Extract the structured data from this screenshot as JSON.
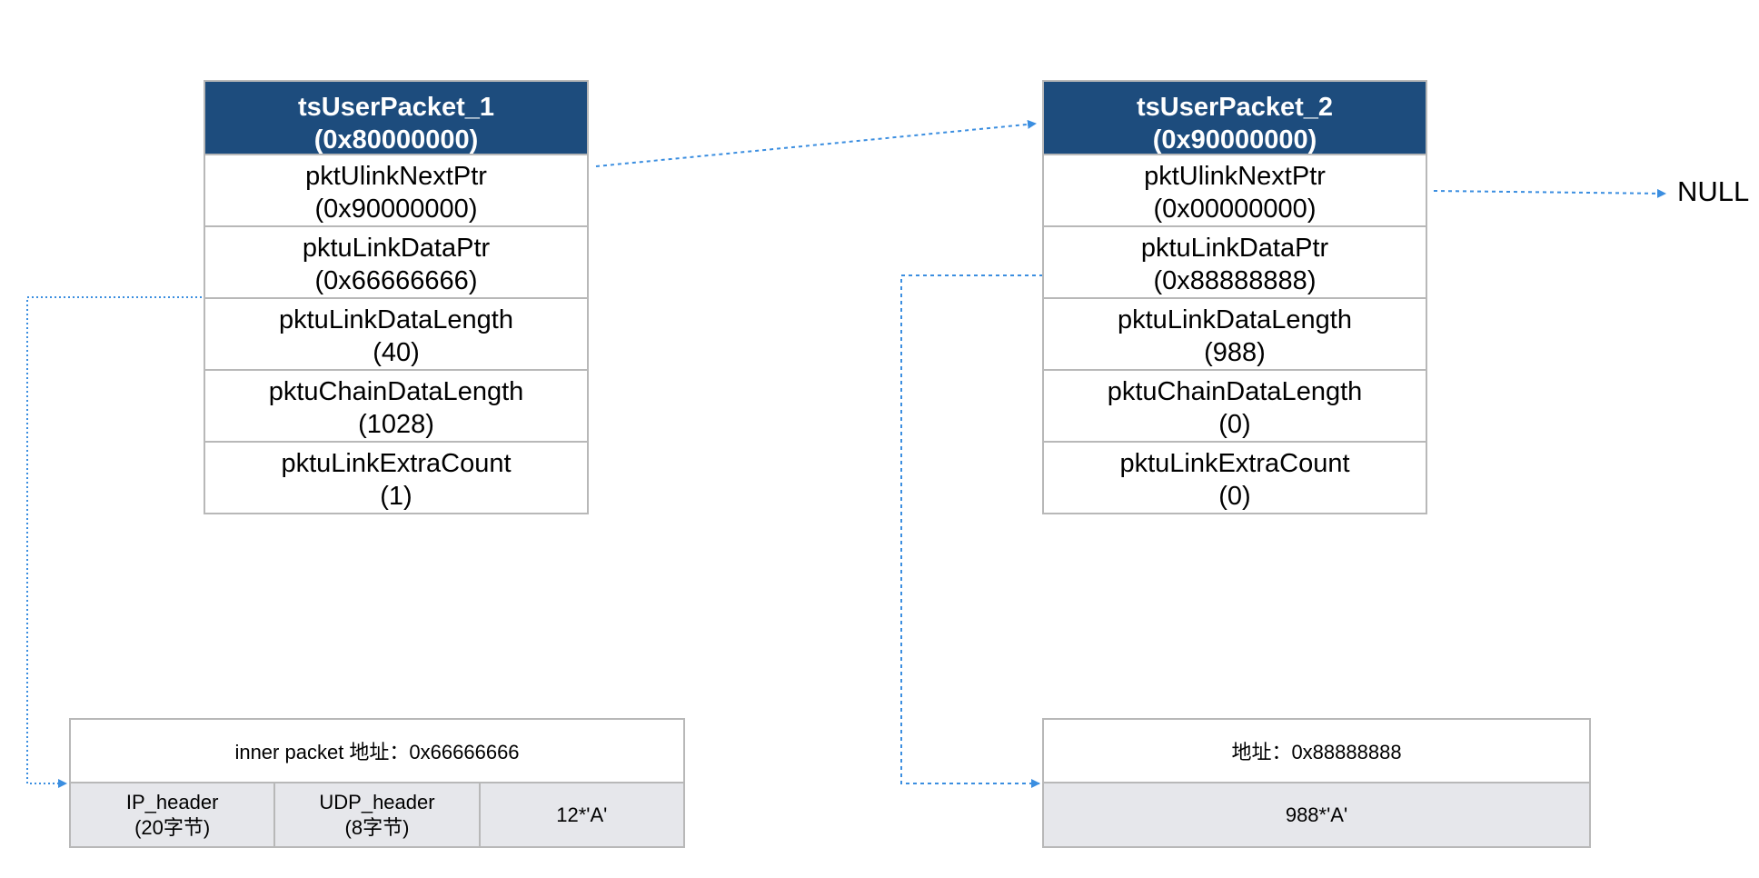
{
  "packets": [
    {
      "name": "tsUserPacket_1",
      "address": "(0x80000000)",
      "fields": [
        {
          "name": "pktUlinkNextPtr",
          "value": "(0x90000000)"
        },
        {
          "name": "pktuLinkDataPtr",
          "value": "(0x66666666)"
        },
        {
          "name": "pktuLinkDataLength",
          "value": "(40)"
        },
        {
          "name": "pktuChainDataLength",
          "value": "(1028)"
        },
        {
          "name": "pktuLinkExtraCount",
          "value": "(1)"
        }
      ]
    },
    {
      "name": "tsUserPacket_2",
      "address": "(0x90000000)",
      "fields": [
        {
          "name": "pktUlinkNextPtr",
          "value": "(0x00000000)"
        },
        {
          "name": "pktuLinkDataPtr",
          "value": "(0x88888888)"
        },
        {
          "name": "pktuLinkDataLength",
          "value": "(988)"
        },
        {
          "name": "pktuChainDataLength",
          "value": "(0)"
        },
        {
          "name": "pktuLinkExtraCount",
          "value": "(0)"
        }
      ]
    }
  ],
  "null_label": "NULL",
  "buffers": [
    {
      "title": "inner packet 地址：0x66666666",
      "cells": [
        {
          "line1": "IP_header",
          "line2": "(20字节)"
        },
        {
          "line1": "UDP_header",
          "line2": "(8字节)"
        },
        {
          "line1": "12*'A'",
          "line2": ""
        }
      ]
    },
    {
      "title": "地址：0x88888888",
      "cells": [
        {
          "line1": "988*'A'",
          "line2": ""
        }
      ]
    }
  ],
  "colors": {
    "header_bg": "#1d4c7d",
    "border": "#b8b8b8",
    "arrow": "#3b8ee0",
    "payload_bg": "#e6e7eb"
  }
}
